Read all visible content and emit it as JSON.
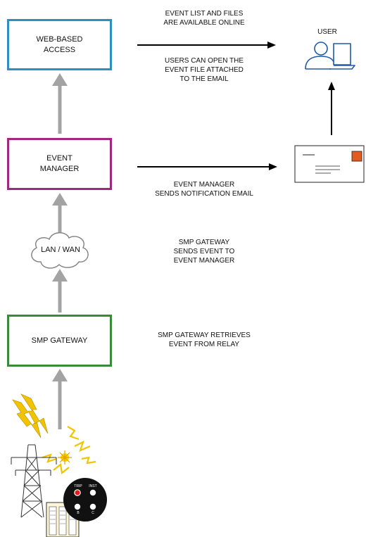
{
  "boxes": {
    "web_access": {
      "label": "WEB-BASED\nACCESS",
      "color": "#2a8fc1"
    },
    "event_manager": {
      "label": "EVENT\nMANAGER",
      "color": "#a0287e"
    },
    "smp_gateway": {
      "label": "SMP GATEWAY",
      "color": "#3a8a3a"
    }
  },
  "cloud": {
    "label": "LAN / WAN"
  },
  "user": {
    "label": "USER",
    "color": "#1f5aa6"
  },
  "notes": {
    "online": "EVENT LIST AND FILES\nARE AVAILABLE ONLINE",
    "open_email": "USERS CAN OPEN THE\nEVENT FILE ATTACHED\nTO THE EMAIL",
    "notify": "EVENT MANAGER\nSENDS NOTIFICATION EMAIL",
    "send_event": "SMP GATEWAY\nSENDS EVENT TO\nEVENT MANAGER",
    "retrieve": "SMP GATEWAY RETRIEVES\nEVENT FROM RELAY"
  },
  "relay": {
    "trip_label": "TRIP",
    "inst_label": "INST",
    "b_label": "B",
    "c_label": "C"
  },
  "colors": {
    "arrow_gray": "#a3a3a3",
    "arrow_black": "#000000",
    "lightning": "#f2c400",
    "stamp": "#e35b1f"
  }
}
